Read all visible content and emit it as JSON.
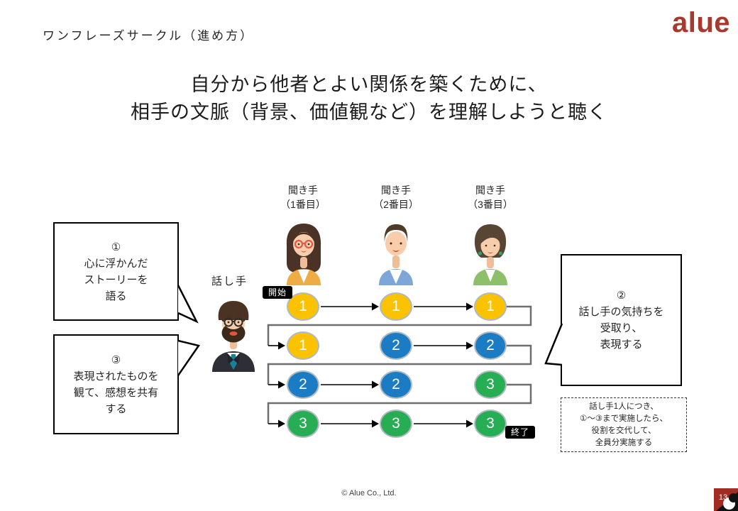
{
  "slide": {
    "title": "ワンフレーズサークル（進め方）",
    "footer": "© Alue Co., Ltd.",
    "page_number": "13"
  },
  "logo": {
    "text": "alue",
    "color": "#A8392E"
  },
  "heading": {
    "line1": "自分から他者とよい関係を築くために、",
    "line2": "相手の文脈（背景、価値観など）を理解しようと聴く"
  },
  "roles": {
    "speaker_label": "話し手",
    "listeners": [
      {
        "line1": "聞き手",
        "line2": "（1番目）"
      },
      {
        "line1": "聞き手",
        "line2": "（2番目）"
      },
      {
        "line1": "聞き手",
        "line2": "（3番目）"
      }
    ]
  },
  "bubbles": {
    "b1": {
      "lines": [
        "①",
        "心に浮かんだ",
        "ストーリーを",
        "語る"
      ]
    },
    "b2": {
      "lines": [
        "②",
        "話し手の気持ちを",
        "受取り、",
        "表現する"
      ]
    },
    "b3": {
      "lines": [
        "③",
        "表現されたものを",
        "観て、感想を共有",
        "する"
      ]
    }
  },
  "flow": {
    "start_label": "開始",
    "end_label": "終了",
    "colors": {
      "yellow": "#FBC200",
      "blue": "#1B7CC4",
      "green": "#27AE54"
    },
    "rows": [
      {
        "cells": [
          {
            "value": "1",
            "color": "yellow"
          },
          {
            "value": "1",
            "color": "yellow"
          },
          {
            "value": "1",
            "color": "yellow"
          }
        ],
        "arrows": [
          [
            0,
            1
          ],
          [
            1,
            2
          ]
        ]
      },
      {
        "cells": [
          {
            "value": "1",
            "color": "yellow"
          },
          {
            "value": "2",
            "color": "blue"
          },
          {
            "value": "2",
            "color": "blue"
          }
        ],
        "arrows": [
          [
            1,
            2
          ]
        ]
      },
      {
        "cells": [
          {
            "value": "2",
            "color": "blue"
          },
          {
            "value": "2",
            "color": "blue"
          },
          {
            "value": "3",
            "color": "green"
          }
        ],
        "arrows": [
          [
            0,
            1
          ]
        ]
      },
      {
        "cells": [
          {
            "value": "3",
            "color": "green"
          },
          {
            "value": "3",
            "color": "green"
          },
          {
            "value": "3",
            "color": "green"
          }
        ],
        "arrows": [
          [
            0,
            1
          ],
          [
            1,
            2
          ]
        ]
      }
    ]
  },
  "note": {
    "lines": [
      "話し手1人につき、",
      "①～③まで実施したら、",
      "役割を交代して、",
      "全員分実施する"
    ]
  }
}
